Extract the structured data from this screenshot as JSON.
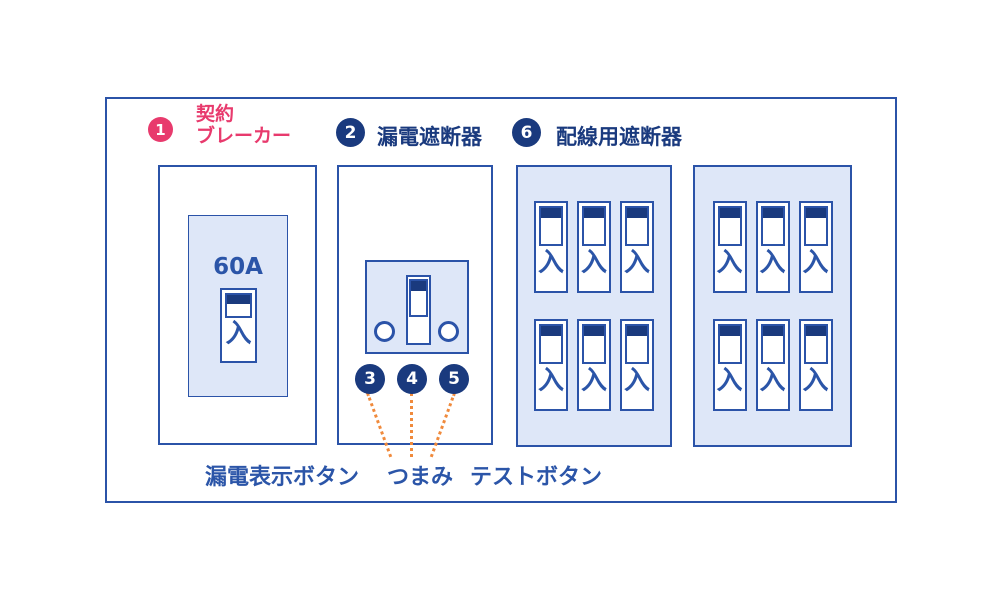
{
  "panel": {
    "badge1": "1",
    "badge2": "2",
    "badge3": "3",
    "badge4": "4",
    "badge5": "5",
    "badge6": "6",
    "contract_label": "契約\nブレーカー",
    "elcb_label": "漏電遮断器",
    "branch_label": "配線用遮断器",
    "contract_rating": "60A",
    "on_switch": "入",
    "leak_button_label": "漏電表示ボタン",
    "knob_label": "つまみ",
    "test_button_label": "テストボタン",
    "branch_panels": {
      "count": 2,
      "rows": 2,
      "cols": 3
    },
    "colors": {
      "outline_blue": "#2B53A8",
      "navy": "#1A3A7E",
      "pink": "#E83A6D",
      "panel_bg": "#DEE7F8",
      "leader_orange": "#F08A3C",
      "text_blue": "#2B55A8"
    }
  }
}
